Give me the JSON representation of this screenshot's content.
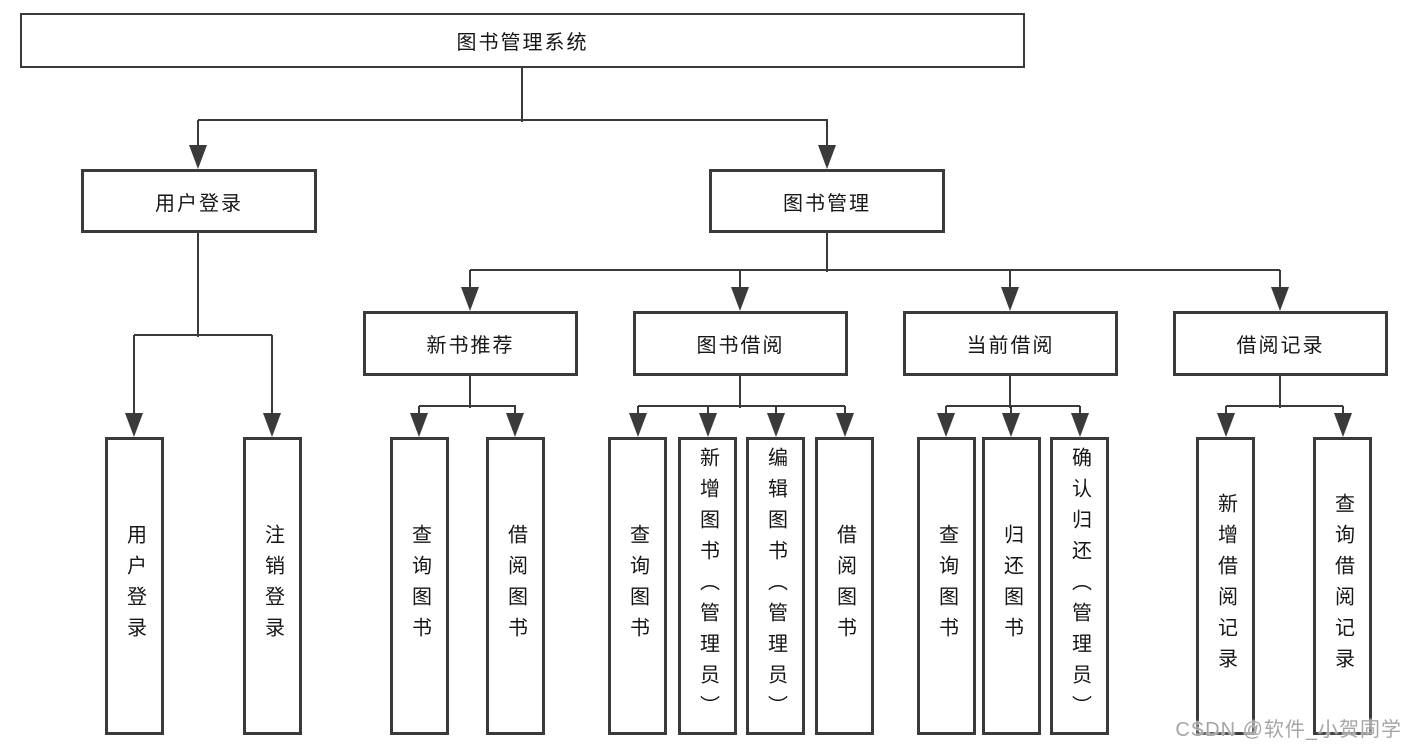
{
  "diagram": {
    "root": {
      "label": "图书管理系统"
    },
    "branches": {
      "user_login": {
        "label": "用户登录",
        "children": [
          {
            "label": "用户登录"
          },
          {
            "label": "注销登录"
          }
        ]
      },
      "book_management": {
        "label": "图书管理",
        "children": [
          {
            "label": "新书推荐",
            "children": [
              {
                "label": "查询图书"
              },
              {
                "label": "借阅图书"
              }
            ]
          },
          {
            "label": "图书借阅",
            "children": [
              {
                "label": "查询图书"
              },
              {
                "label": "新增图书（管理员）"
              },
              {
                "label": "编辑图书（管理员）"
              },
              {
                "label": "借阅图书"
              }
            ]
          },
          {
            "label": "当前借阅",
            "children": [
              {
                "label": "查询图书"
              },
              {
                "label": "归还图书"
              },
              {
                "label": "确认归还（管理员）"
              }
            ]
          },
          {
            "label": "借阅记录",
            "children": [
              {
                "label": "新增借阅记录"
              },
              {
                "label": "查询借阅记录"
              }
            ]
          }
        ]
      }
    }
  },
  "watermark": {
    "text": "CSDN @软件_小贺同学"
  },
  "colors": {
    "line": "#3a3a3a",
    "text": "#161616",
    "background": "#ffffff",
    "watermark": "#a6a6a6"
  }
}
